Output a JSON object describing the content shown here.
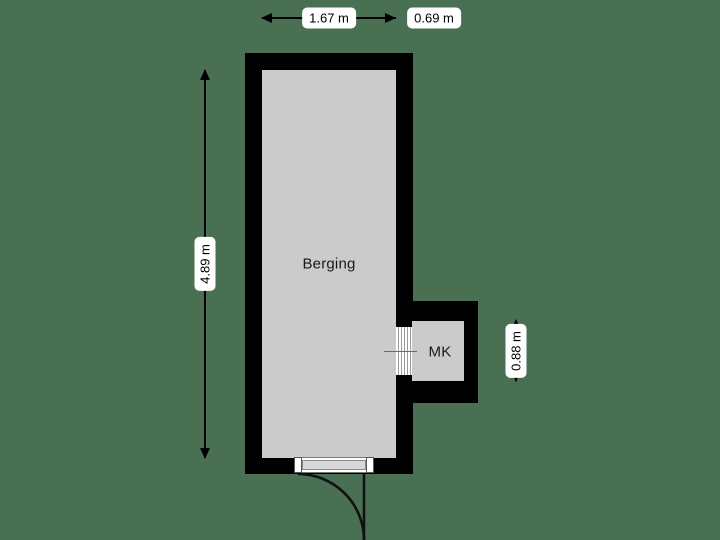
{
  "plan": {
    "background_color": "#4a7054",
    "wall_color": "#000000",
    "floor_color": "#cbcbcb",
    "badge_background": "#ffffff",
    "badge_text_color": "#000000"
  },
  "rooms": [
    {
      "key": "berging",
      "label": "Berging"
    },
    {
      "key": "mk",
      "label": "MK"
    }
  ],
  "dimensions": {
    "top_main": "1.67 m",
    "top_annex": "0.69 m",
    "left_main": "4.89 m",
    "right_annex": "0.88 m"
  },
  "icons": {
    "entrance_door": "door-swing-icon",
    "mk_door": "sliding-door-icon",
    "arrow_left": "arrow-left-icon",
    "arrow_right": "arrow-right-icon",
    "arrow_up": "arrow-up-icon",
    "arrow_down": "arrow-down-icon"
  }
}
